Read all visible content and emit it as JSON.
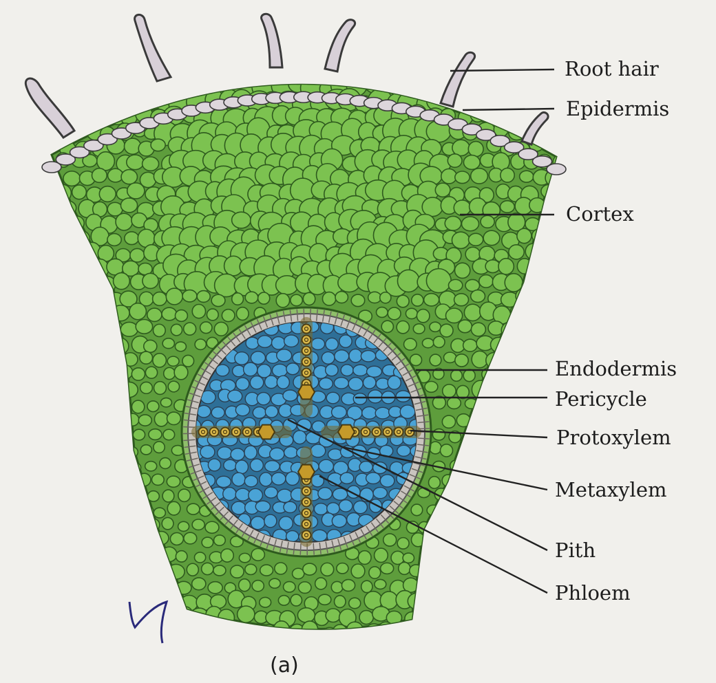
{
  "labels": {
    "root_hair": "Root hair",
    "epidermis": "Epidermis",
    "cortex": "Cortex",
    "endodermis": "Endodermis",
    "pericycle": "Pericycle",
    "protoxylem": "Protoxylem",
    "metaxylem": "Metaxylem",
    "pith": "Pith",
    "phloem": "Phloem"
  },
  "caption": "(a)",
  "colors": {
    "background": "#f1f0ec",
    "cortex_cell": "#7cc250",
    "cortex_wall": "#2e5a1e",
    "epidermis_cell": "#ddd6dc",
    "stele_cell": "#4aa3d6",
    "xylem": "#c59a2a",
    "pericycle_ring": "#b7b3ae",
    "leader_line": "#222222"
  }
}
